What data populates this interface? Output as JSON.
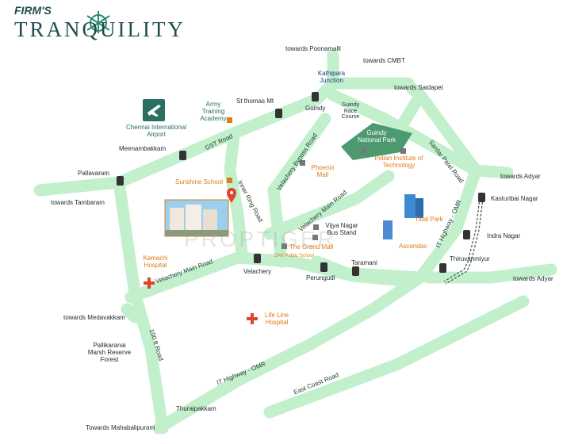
{
  "logo": {
    "prefix": "FIRM'S",
    "name": "TRANQUILITY"
  },
  "watermark": "PROPTIGER",
  "colors": {
    "road": "#c2efcc",
    "park": "#4d9a70",
    "brand": "#1f4d4d",
    "accent": "#e07a1a"
  },
  "towards": {
    "poonamalli": "towards Poonamalli",
    "cmbt": "towards CMBT",
    "saidapet": "towards Saidapet",
    "adyar_top": "towards Adyar",
    "tambaram": "towards Tambaram",
    "adyar_right": "towards Adyar",
    "medavakkam": "towards Medavakkam",
    "mahabalipuram": "Towards Mahabalipuram"
  },
  "stations": {
    "meenambakkam": "Meenambakkam",
    "pallavaram": "Pallavaram",
    "st_thomas_mt": "St thomas Mt",
    "guindy": "Guindy",
    "kasturibai_nagar": "Kasturibai Nagar",
    "indra_nagar": "Indra Nagar",
    "thiruvanmiyur": "Thiruvanmiyur",
    "velachery": "Velachery",
    "perungudi": "Perungudi",
    "taramani": "Taramani"
  },
  "places": {
    "kathipara": "Kathipara Junction",
    "airport": "Chennai International Airport",
    "army": "Army Training Academy",
    "race_course": "Guindy Race Course",
    "national_park": "Guindy National Park",
    "iit": "Indian Institute of Technology",
    "phoenix": "Phoenix Mall",
    "sunshine": "Sunshine School",
    "vijaya": "Vijya Nagar Bus Stand",
    "grand_mall": "The Grand Mall",
    "dav": "DAV Public School",
    "tidal": "Tidal Park",
    "ascendas": "Ascendas",
    "kamachi": "Kamachi Hospital",
    "lifeline": "Life Line Hospital",
    "pallikaranai": "Pallikaranai Marsh Reserve Forest",
    "thuraipakkam": "Thuraipakkam"
  },
  "roads": {
    "gst": "GST Road",
    "inner_ring": "Inner Ring Road",
    "velachery_bypass": "Velachery Bypass Road",
    "velachery_main_n": "Velachery Main Road",
    "velachery_main_w": "Velachery Main Road",
    "sardar_patel": "Sardar Patel Road",
    "omr_upper": "IT Highway - OMR",
    "omr_lower": "IT Highway - OMR",
    "ecr": "East Coast Road",
    "ft100": "100 ft Road"
  }
}
